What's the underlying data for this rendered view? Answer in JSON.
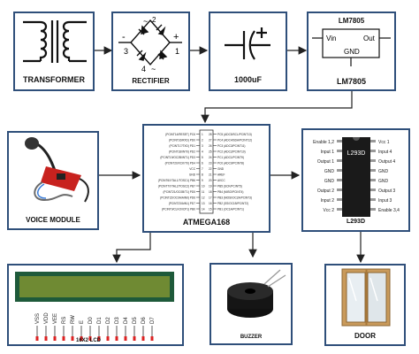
{
  "blocks": {
    "transformer": {
      "label": "TRANSFORMER"
    },
    "rectifier": {
      "label": "RECTIFIER",
      "pins": {
        "p1": "1",
        "p2": "2",
        "p3": "3",
        "p4": "4",
        "tilde_top": "~",
        "tilde_bottom": "~",
        "plus": "+",
        "minus": "-"
      }
    },
    "capacitor": {
      "label": "1000uF",
      "plus": "+"
    },
    "regulator": {
      "title": "LM7805",
      "label": "LM7805",
      "vin": "Vin",
      "out": "Out",
      "gnd": "GND"
    },
    "voice_module": {
      "label": "VOICE MODULE"
    },
    "mcu": {
      "label": "ATMEGA168",
      "left_pins": [
        "(PCINT14/RESET) PC6",
        "(PCINT16/RXD) PD0",
        "(PCINT17/TXD) PD1",
        "(PCINT18/INT0) PD2",
        "(PCINT19/OC2B/INT1) PD3",
        "(PCINT20/XCK/T0) PD4",
        "VCC",
        "GND",
        "(PCINT6/XTAL1/TOSC1) PB6",
        "(PCINT7/XTAL2/TOSC2) PB7",
        "(PCINT21/OC0B/T1) PD5",
        "(PCINT22/OC0A/AIN0) PD6",
        "(PCINT23/AIN1) PD7",
        "(PCINT0/CLKO/ICP1) PB0"
      ],
      "right_pins": [
        "PC5 (ADC5/SCL/PCINT13)",
        "PC4 (ADC4/SDA/PCINT12)",
        "PC3 (ADC3/PCINT11)",
        "PC2 (ADC2/PCINT10)",
        "PC1 (ADC1/PCINT9)",
        "PC0 (ADC0/PCINT8)",
        "GND",
        "AREF",
        "AVCC",
        "PB5 (SCK/PCINT5)",
        "PB4 (MISO/PCINT4)",
        "PB3 (MOSI/OC2A/PCINT3)",
        "PB2 (SS/OC1B/PCINT2)",
        "PB1 (OC1A/PCINT1)"
      ],
      "left_nums": [
        "1",
        "2",
        "3",
        "4",
        "5",
        "6",
        "7",
        "8",
        "9",
        "10",
        "11",
        "12",
        "13",
        "14"
      ],
      "right_nums": [
        "28",
        "27",
        "26",
        "25",
        "24",
        "23",
        "22",
        "21",
        "20",
        "19",
        "18",
        "17",
        "16",
        "15"
      ]
    },
    "driver": {
      "label": "L293D",
      "chip": "L293D",
      "left_pins": [
        "Enable 1,2",
        "Input 1",
        "Output 1",
        "GND",
        "GND",
        "Output 2",
        "Input 2",
        "Vcc 2"
      ],
      "right_pins": [
        "Vcc 1",
        "Input 4",
        "Output 4",
        "GND",
        "GND",
        "Output 3",
        "Input 3",
        "Enable 3,4"
      ]
    },
    "lcd": {
      "label": "16X2 LCD",
      "pins": [
        "VSS",
        "VDD",
        "VEE",
        "RS",
        "RW",
        "E",
        "D0",
        "D1",
        "D2",
        "D3",
        "D4",
        "D5",
        "D6",
        "D7"
      ]
    },
    "buzzer": {
      "label": "BUZZER"
    },
    "door": {
      "label": "DOOR"
    }
  },
  "colors": {
    "border": "#2f4f7a",
    "arrow": "#222222",
    "lcd_screen": "#6f8a33",
    "lcd_frame": "#1e5a3a",
    "led": "#dd2222"
  }
}
